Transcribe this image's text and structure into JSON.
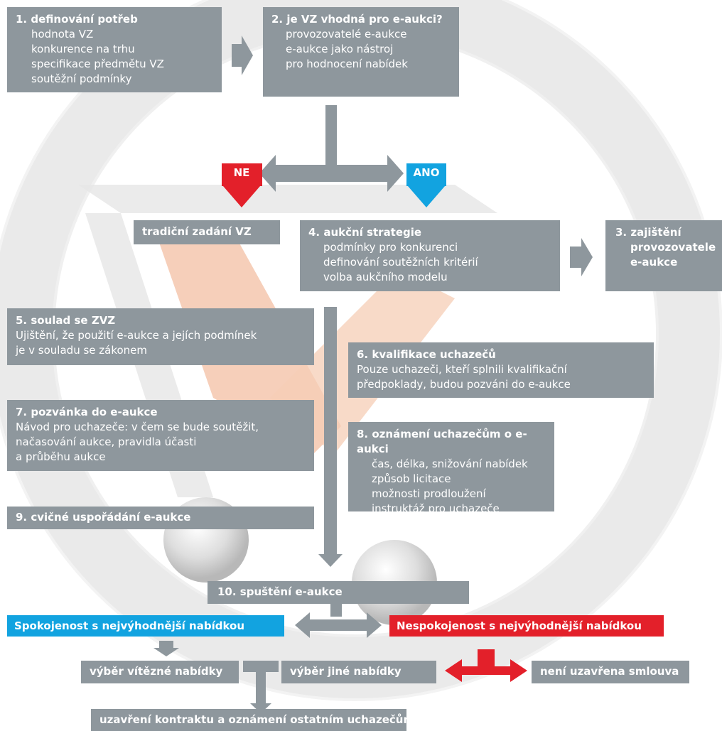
{
  "steps": {
    "s1": {
      "title": "1. definování potřeb",
      "items": [
        "hodnota VZ",
        "konkurence na trhu",
        "specifikace předmětu VZ",
        "soutěžní podmínky"
      ]
    },
    "s2": {
      "title": "2. je VZ vhodná pro e-aukci?",
      "items": [
        "provozovatelé e-aukce",
        "e-aukce jako nástroj",
        "pro hodnocení nabídek"
      ]
    },
    "ne": "NE",
    "ano": "ANO",
    "traditional": "tradiční zadání VZ",
    "s4": {
      "title": "4. aukční strategie",
      "items": [
        "podmínky pro konkurenci",
        "definování soutěžních kritérií",
        "volba aukčního modelu"
      ]
    },
    "s3": {
      "title": "3. zajištění",
      "items": [
        "provozovatele",
        "e-aukce"
      ]
    },
    "s5": {
      "title": "5. soulad se ZVZ",
      "items": [
        "Ujištění, že použití e-aukce a jejích podmínek",
        "je v souladu se zákonem"
      ]
    },
    "s6": {
      "title": "6. kvalifikace uchazečů",
      "items": [
        "Pouze uchazeči, kteří splnili kvalifikační",
        "předpoklady, budou pozváni do e-aukce"
      ]
    },
    "s7": {
      "title": "7. pozvánka do e-aukce",
      "items": [
        "Návod pro uchazeče: v čem se bude soutěžit,",
        "načasování aukce, pravidla účasti",
        "a průběhu aukce"
      ]
    },
    "s8": {
      "title": "8. oznámení uchazečům o e-aukci",
      "items": [
        "čas, délka, snižování nabídek",
        "způsob licitace",
        "možnosti prodloužení",
        "instruktáž pro uchazeče"
      ]
    },
    "s9": "9. cvičné uspořádání e-aukce",
    "s10": "10. spuštění e-aukce",
    "satisfied": "Spokojenost s nejvýhodnější nabídkou",
    "unsatisfied": "Nespokojenost s nejvýhodnější nabídkou",
    "select_winner": "výběr vítězné nabídky",
    "select_other": "výběr jiné nabídky",
    "no_contract": "není uzavřena smlouva",
    "contract": "uzavření kontraktu a oznámení ostatním uchazečům"
  },
  "colors": {
    "box": "#8e979d",
    "arrow": "#8e979d",
    "red": "#e3202a",
    "blue": "#12a3e0",
    "bg_ring": "#eeeeee",
    "bg_x": "#f5c7ae"
  }
}
